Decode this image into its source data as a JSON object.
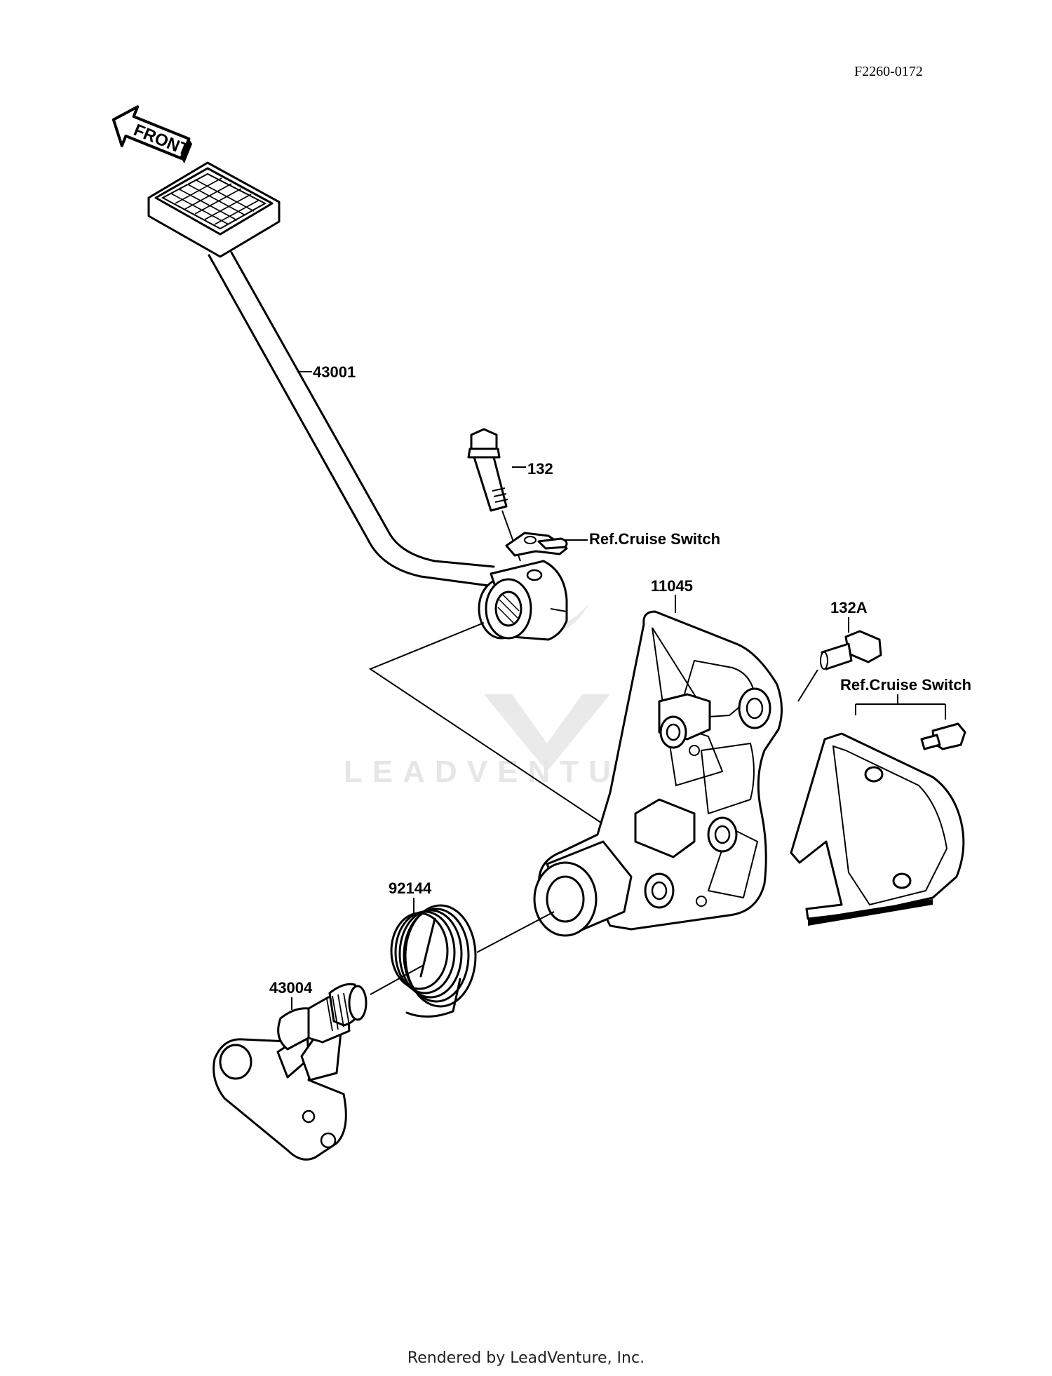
{
  "diagram_code": "F2260-0172",
  "front_arrow_text": "FRONT",
  "watermark": {
    "text": "LEADVENTURE",
    "icon": "leadventure-logo-icon"
  },
  "parts": [
    {
      "id": "43001"
    },
    {
      "id": "132"
    },
    {
      "id": "11045"
    },
    {
      "id": "132A"
    },
    {
      "id": "92144"
    },
    {
      "id": "43004"
    }
  ],
  "references": [
    {
      "text": "Ref.Cruise Switch"
    },
    {
      "text": "Ref.Cruise Switch"
    }
  ],
  "footer": "Rendered by LeadVenture, Inc."
}
